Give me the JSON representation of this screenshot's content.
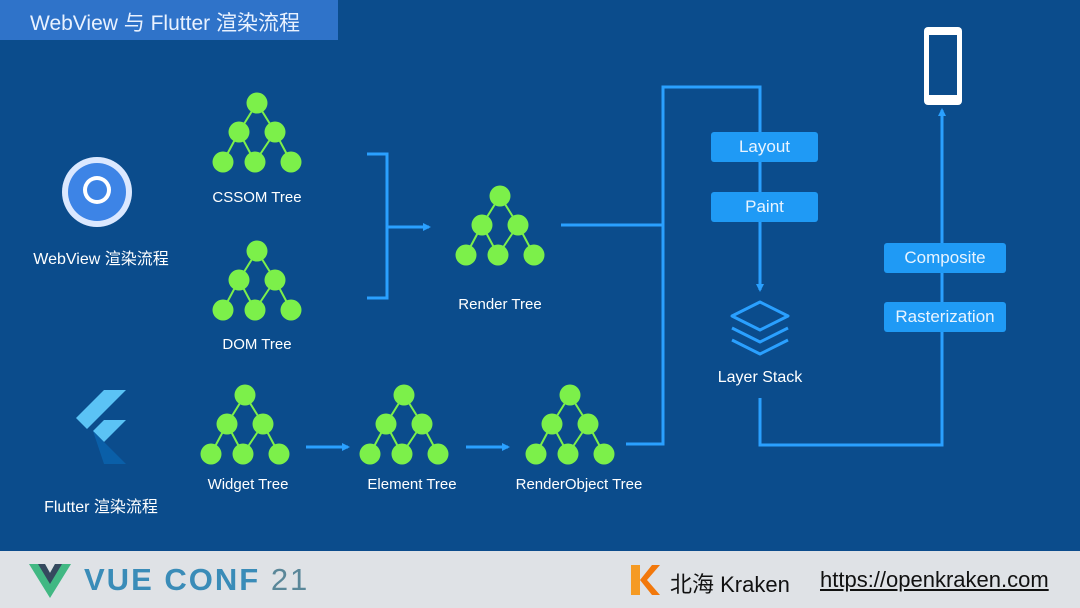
{
  "slide": {
    "title": "WebView 与 Flutter 渲染流程"
  },
  "webview": {
    "label": "WebView 渲染流程",
    "icon": "chrome-logo-icon"
  },
  "flutter": {
    "label": "Flutter 渲染流程",
    "icon": "flutter-logo-icon"
  },
  "trees": {
    "cssom": "CSSOM Tree",
    "dom": "DOM Tree",
    "render": "Render Tree",
    "widget": "Widget Tree",
    "element": "Element Tree",
    "render_object": "RenderObject Tree"
  },
  "pipeline": {
    "layout": "Layout",
    "paint": "Paint",
    "layer_stack": "Layer Stack",
    "composite": "Composite",
    "rasterization": "Rasterization"
  },
  "footer": {
    "conf_name": "VUE CONF",
    "conf_year": "21",
    "company": "北海 Kraken",
    "url": "https://openkraken.com"
  },
  "colors": {
    "background": "#0b4c8c",
    "node": "#7cf04a",
    "line": "#2aa0ff",
    "button": "#1f9af5"
  }
}
